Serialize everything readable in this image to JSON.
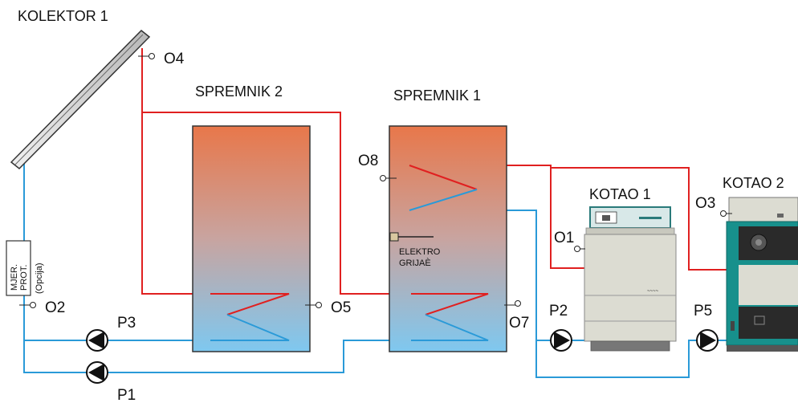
{
  "labels": {
    "collector": "KOLEKTOR 1",
    "tank2": "SPREMNIK 2",
    "tank1": "SPREMNIK 1",
    "boiler1": "KOTAO 1",
    "boiler2": "KOTAO 2",
    "heater_line1": "ELEKTRO",
    "heater_line2": "GRIJAÈ",
    "meter_line1": "MJER.",
    "meter_line2": "PROT.",
    "meter_note": "(Opcija)"
  },
  "sensors": {
    "o1": "O1",
    "o2": "O2",
    "o3": "O3",
    "o4": "O4",
    "o5": "O5",
    "o7": "O7",
    "o8": "O8"
  },
  "pumps": {
    "p1": "P1",
    "p2": "P2",
    "p3": "P3",
    "p5": "P5"
  },
  "colors": {
    "hot_pipe": "#e02020",
    "cold_pipe": "#2a9ad8",
    "tank_top": "#e8774a",
    "tank_bottom": "#7ec8f0",
    "boiler1_body": "#dcdcd2",
    "boiler2_body": "#17908c"
  }
}
